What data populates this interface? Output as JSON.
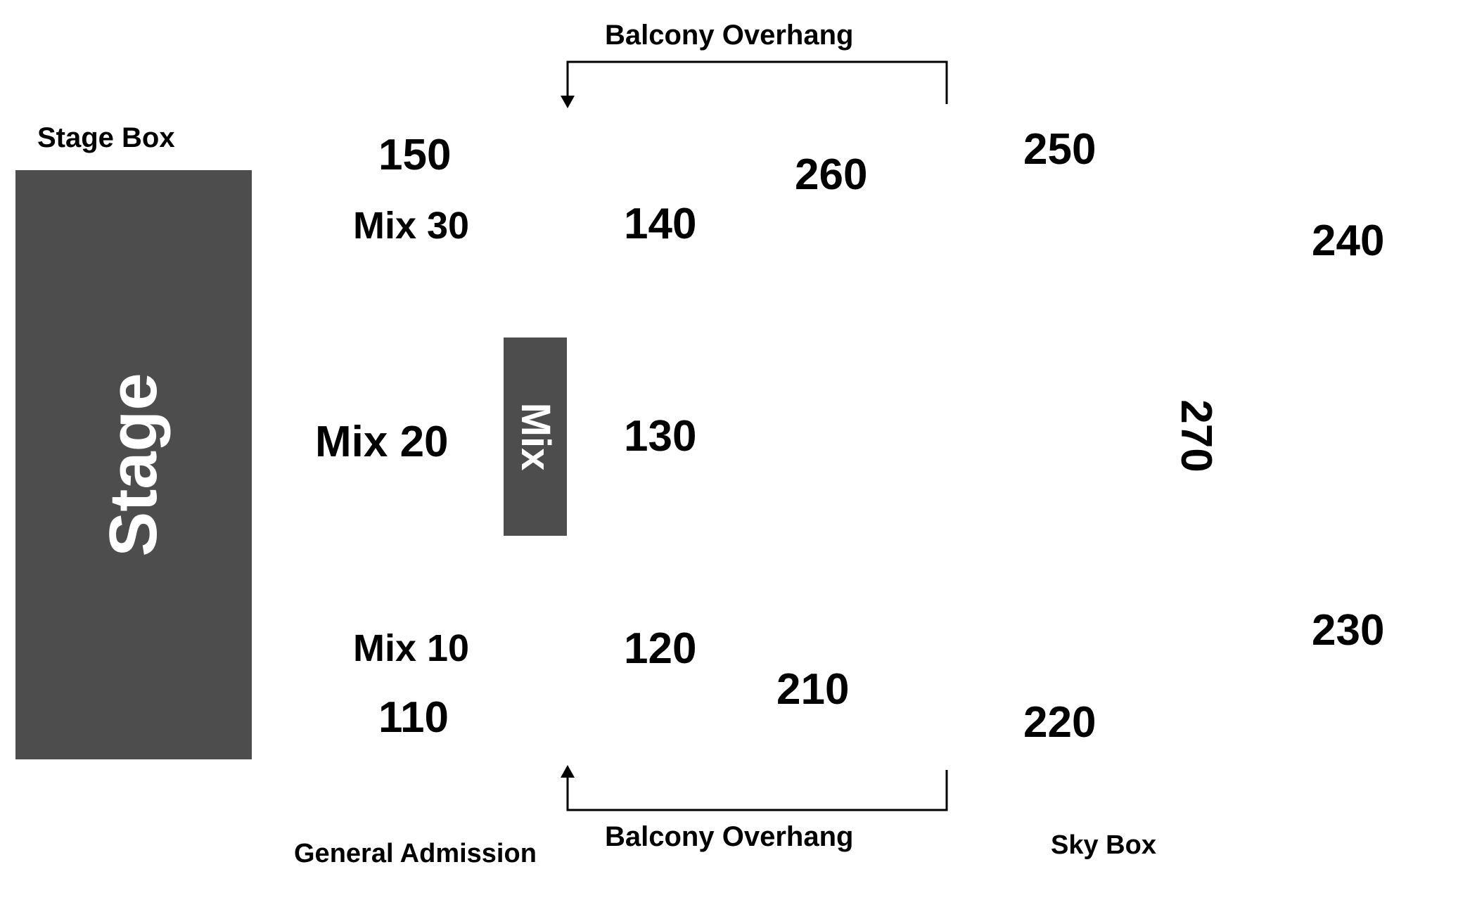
{
  "stage_box_label": "Stage Box",
  "stage_label": "Stage",
  "mix_label": "Mix",
  "balcony_top": "Balcony Overhang",
  "balcony_bottom": "Balcony Overhang",
  "general_admission": "General Admission",
  "sky_box": "Sky Box",
  "sections": {
    "s150": "150",
    "s140": "140",
    "s130": "130",
    "s120": "120",
    "s110": "110",
    "s260": "260",
    "s250": "250",
    "s240": "240",
    "s230": "230",
    "s220": "220",
    "s210": "210",
    "s270": "270",
    "mix30": "Mix 30",
    "mix20": "Mix 20",
    "mix10": "Mix 10"
  },
  "colors": {
    "block": "#4d4d4d",
    "text": "#000000",
    "block_text": "#ffffff"
  }
}
